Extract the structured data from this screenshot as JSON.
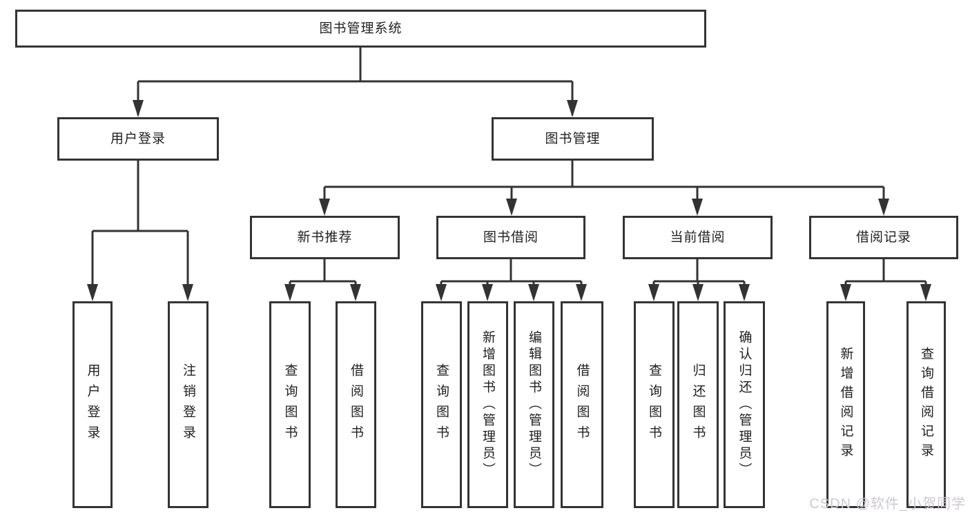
{
  "diagram": {
    "title": "图书管理系统",
    "branches": [
      {
        "label": "用户登录",
        "children": [
          {
            "label": "用户登录"
          },
          {
            "label": "注销登录"
          }
        ]
      },
      {
        "label": "图书管理",
        "children": [
          {
            "label": "新书推荐",
            "children": [
              {
                "label": "查询图书"
              },
              {
                "label": "借阅图书"
              }
            ]
          },
          {
            "label": "图书借阅",
            "children": [
              {
                "label": "查询图书"
              },
              {
                "label": "新增图书（管理员）"
              },
              {
                "label": "编辑图书（管理员）"
              },
              {
                "label": "借阅图书"
              }
            ]
          },
          {
            "label": "当前借阅",
            "children": [
              {
                "label": "查询图书"
              },
              {
                "label": "归还图书"
              },
              {
                "label": "确认归还（管理员）"
              }
            ]
          },
          {
            "label": "借阅记录",
            "children": [
              {
                "label": "新增借阅记录"
              },
              {
                "label": "查询借阅记录"
              }
            ]
          }
        ]
      }
    ]
  },
  "watermark": {
    "text": "CSDN @软件_小贺同学"
  },
  "colors": {
    "line": "#333333",
    "text": "#1f1f1f",
    "box_fill": "#ffffff",
    "watermark": "#cdc9cf"
  }
}
